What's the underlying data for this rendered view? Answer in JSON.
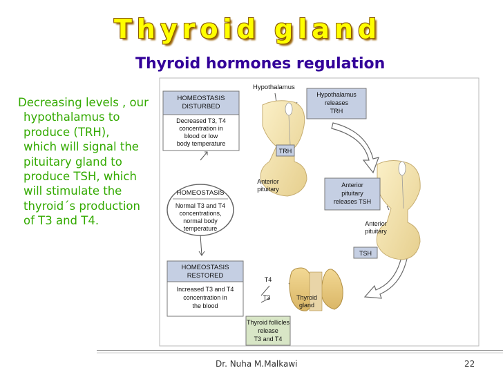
{
  "title": "Thyroid gland",
  "subtitle": "Thyroid hormones regulation",
  "body_lines": [
    "Decreasing levels , our",
    "hypothalamus to",
    "produce (TRH),",
    "which will signal the",
    "pituitary gland to",
    "produce TSH, which",
    "will stimulate the",
    "thyroid´s production",
    "of T3 and T4."
  ],
  "diagram": {
    "disturbed_header": [
      "HOMEOSTASIS",
      "DISTURBED"
    ],
    "disturbed_body": [
      "Decreased T3, T4",
      "concentration in",
      "blood or low",
      "body temperature"
    ],
    "homeostasis_header": "HOMEOSTASIS",
    "homeostasis_body": [
      "Normal T3 and T4",
      "concentrations,",
      "normal body",
      "temperature"
    ],
    "restored_header": [
      "HOMEOSTASIS",
      "RESTORED"
    ],
    "restored_body": [
      "Increased T3 and T4",
      "concentration in",
      "the blood"
    ],
    "hypothalamus_label": "Hypothalamus",
    "hypothalamus_box": [
      "Hypothalamus",
      "releases",
      "TRH"
    ],
    "trh_label": "TRH",
    "anterior_pituitary_left": [
      "Anterior",
      "pituitary"
    ],
    "anterior_pituitary_box": [
      "Anterior",
      "pituitary",
      "releases TSH"
    ],
    "anterior_pituitary_right": [
      "Anterior",
      "pituitary"
    ],
    "tsh_label": "TSH",
    "t4_label": "T4",
    "t3_label": "T3",
    "thyroid_label": [
      "Thyroid",
      "gland"
    ],
    "follicles_box": [
      "Thyroid follicles",
      "release",
      "T3 and T4"
    ]
  },
  "footer": {
    "author": "Dr. Nuha M.Malkawi",
    "page": "22"
  },
  "colors": {
    "title": "#ffff00",
    "subtitle": "#330099",
    "body_text": "#33aa00",
    "box_header": "#c5cfe3",
    "box_follicles": "#d8e6c6",
    "gland": "#f2e3b2"
  }
}
